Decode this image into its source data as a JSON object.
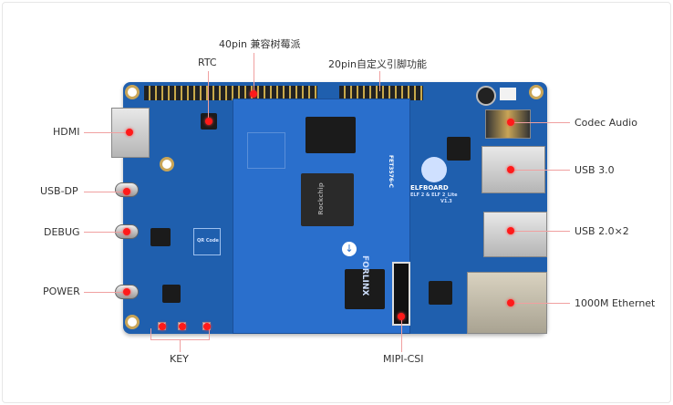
{
  "labels": {
    "gpio40": "40pin 兼容树莓派",
    "rtc": "RTC",
    "gpio20": "20pin自定义引脚功能",
    "hdmi": "HDMI",
    "usb_dp": "USB-DP",
    "debug": "DEBUG",
    "power": "POWER",
    "key": "KEY",
    "mipi_csi": "MIPI-CSI",
    "codec_audio": "Codec Audio",
    "usb3": "USB 3.0",
    "usb2": "USB 2.0×2",
    "ethernet": "1000M Ethernet"
  },
  "board": {
    "brand": "ELFBOARD",
    "model": "ELF 2 & ELF 2_Lite",
    "version": "V1.3",
    "som_brand": "FORLINX",
    "som_model": "FET3576-C",
    "soc_brand": "Rockchip",
    "qr_label": "QR Code"
  },
  "colors": {
    "board": "#1f5fae",
    "marker": "#ff1a1a",
    "leader": "#f0a0a0"
  }
}
